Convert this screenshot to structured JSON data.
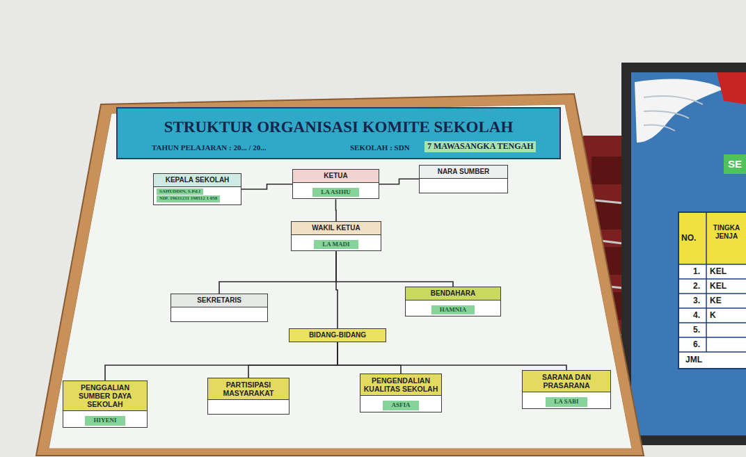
{
  "diagram": {
    "title": "STRUKTUR ORGANISASI KOMITE SEKOLAH",
    "nodes": [
      {
        "text": [
          "KEPALA SEKOLAH",
          "SAHUDDIN, S.Pd.I",
          "NIP. 19631231 198512 1 058"
        ]
      },
      {
        "text": [
          "KETUA",
          "LA ASIHU"
        ]
      },
      {
        "text": [
          "NARA SUMBER"
        ]
      },
      {
        "text": [
          "WAKIL KETUA",
          "LA MADI"
        ]
      },
      {
        "text": [
          "SEKRETARIS"
        ]
      },
      {
        "text": [
          "BENDAHARA",
          "HAMNIA"
        ]
      },
      {
        "text": [
          "BIDANG-BIDANG"
        ]
      },
      {
        "text": [
          "PENGGALIAN SUMBER DAYA SEKOLAH",
          "HIYENI"
        ]
      },
      {
        "text": [
          "PARTISIPASI MASYARAKAT"
        ]
      },
      {
        "text": [
          "PENGENDALIAN KUALITAS SEKOLAH",
          "ASFIA"
        ]
      },
      {
        "text": [
          "SARANA DAN PRASARANA",
          "LA SABI"
        ]
      }
    ],
    "edges": [
      {
        "from": 1,
        "to": 0,
        "arrow": "none"
      },
      {
        "from": 1,
        "to": 2,
        "arrow": "none"
      },
      {
        "from": 1,
        "to": 3,
        "arrow": "none"
      },
      {
        "from": 3,
        "to": 4,
        "arrow": "none"
      },
      {
        "from": 3,
        "to": 5,
        "arrow": "none"
      },
      {
        "from": 3,
        "to": 6,
        "arrow": "none"
      },
      {
        "from": 6,
        "to": 7,
        "arrow": "none"
      },
      {
        "from": 6,
        "to": 8,
        "arrow": "none"
      },
      {
        "from": 6,
        "to": 9,
        "arrow": "none"
      },
      {
        "from": 6,
        "to": 10,
        "arrow": "none"
      }
    ],
    "labels": [
      "TAHUN PELAJARAN : 20... / 20...",
      "SEKOLAH : SDN",
      "7 MAWASANGKA TENGAH",
      "SE",
      "NO.",
      "TINGKA JENJA",
      "1.",
      "KEL",
      "2.",
      "KEL",
      "3.",
      "KE",
      "4.",
      "K",
      "5.",
      "6.",
      "JML"
    ]
  }
}
